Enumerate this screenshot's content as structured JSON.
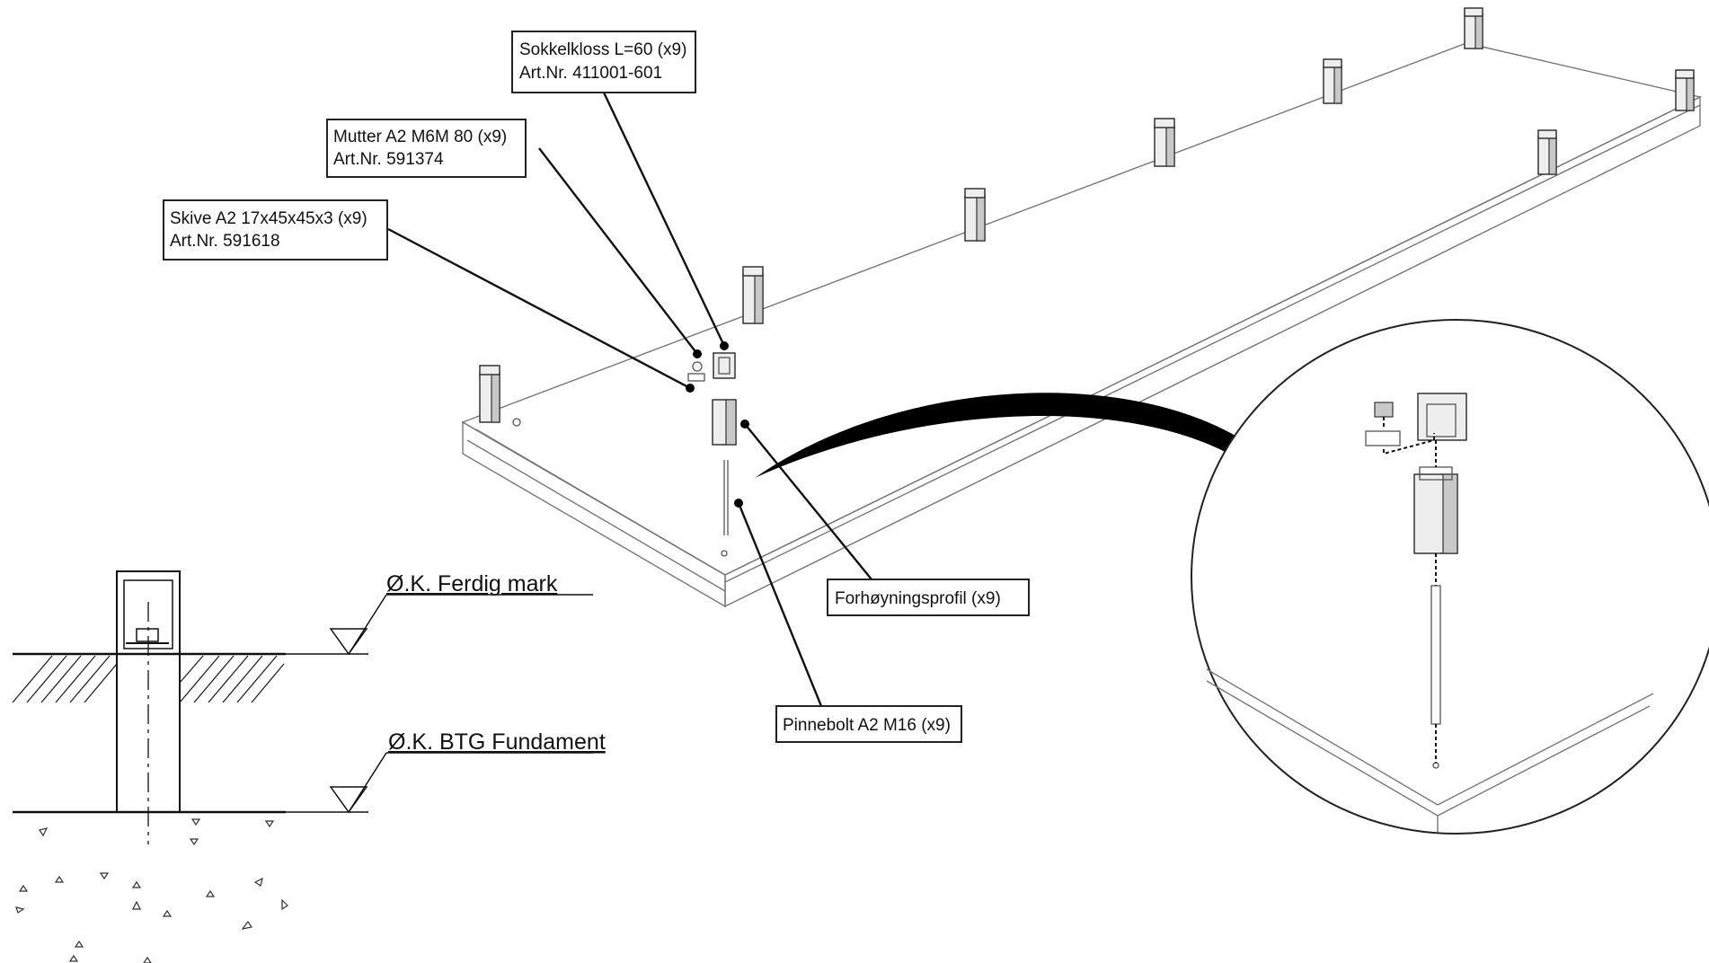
{
  "callouts": {
    "sokkelkloss": {
      "title": "Sokkelkloss L=60 (x9)",
      "artnr": "Art.Nr. 411001-601"
    },
    "mutter": {
      "title": "Mutter A2 M6M 80 (x9)",
      "artnr": "Art.Nr. 591374"
    },
    "skive": {
      "title": "Skive A2 17x45x45x3 (x9)",
      "artnr": "Art.Nr. 591618"
    },
    "forhoyningsprofil": {
      "title": "Forhøyningsprofil  (x9)"
    },
    "pinnebolt": {
      "title": "Pinnebolt A2 M16 (x9)"
    }
  },
  "section": {
    "ferdig_mark": "Ø.K. Ferdig mark",
    "btg_fundament": "Ø.K. BTG Fundament"
  },
  "colors": {
    "line": "#111111",
    "edge": "#777777",
    "fill": "#ffffff"
  }
}
